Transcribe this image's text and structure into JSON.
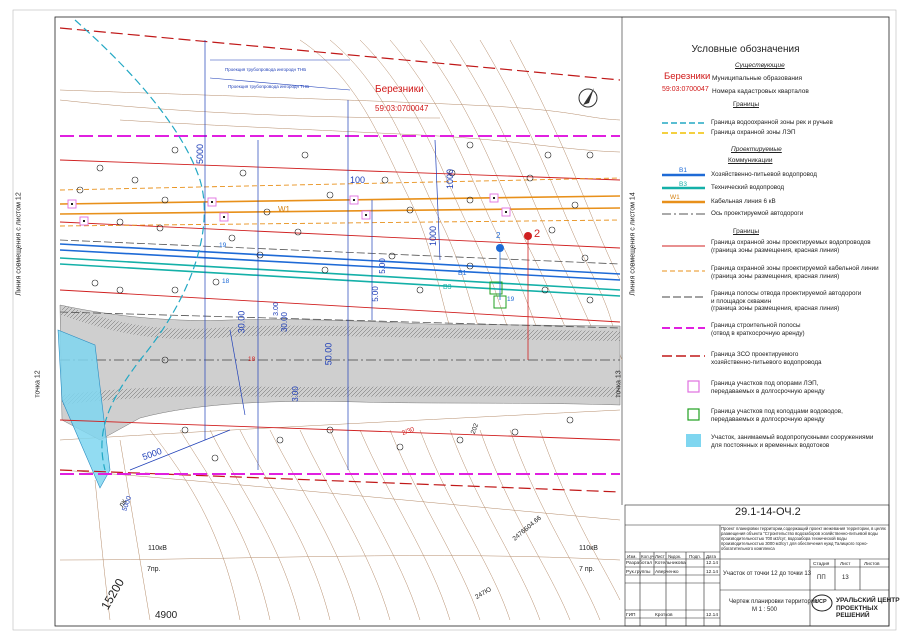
{
  "map": {
    "cadastral_town": "Березники",
    "cadastral_number": "59:03:0700047",
    "side_label_left": "Линия совмещения с листом 12",
    "side_label_right": "Линия совмещения с листом 14",
    "point_left": "точка 12",
    "point_right": "точка 13",
    "pipeline_label_1": "Проекция трубопровода ингородн ТНБ",
    "pipeline_label_2": "Проекция трубопровода ингородн ТНБ",
    "dims": [
      "5000",
      "100",
      "1000",
      "1000",
      "5000",
      "30.00",
      "30.00",
      "50.00",
      "5.00",
      "3.00",
      "5.00",
      "3.00",
      "5000",
      "15200",
      "4900"
    ],
    "line_codes": {
      "w1": "W1",
      "b1": "B1",
      "b3": "B3",
      "b2_marker": "2",
      "b2_marker_red": "2"
    },
    "well_labels": [
      "19",
      "18",
      "19",
      "18"
    ],
    "elev_labels": [
      "202",
      "2476Б04.66",
      "247Ю",
      "2/30",
      "ЛК"
    ],
    "power_labels_left": "110кВ",
    "power_labels_right": "110кВ",
    "bottom_left": "7пр.",
    "bottom_right": "7 пр."
  },
  "legend": {
    "title": "Условные обозначения",
    "existing": "Существующие",
    "municipal_sample": "Березники",
    "cadastral_sample": "59:03:0700047",
    "municipal_text": "Муниципальные образования",
    "cadastral_text": "Номера кадастровых кварталов",
    "borders_1": "Границы",
    "items_existing": [
      {
        "text": "Граница водоохранной зоны рек и ручьев",
        "color": "#23a8c4"
      },
      {
        "text": "Граница охранной зоны ЛЭП",
        "color": "#f0c000"
      }
    ],
    "projected": "Проектируемые",
    "communications": "Коммуникации",
    "items_comm": [
      {
        "code": "В1",
        "text": "Хозяйственно-питьевой водопровод",
        "color": "#1e6ad6"
      },
      {
        "code": "В3",
        "text": "Технический водопровод",
        "color": "#14b0a8"
      },
      {
        "code": "W1",
        "text": "Кабельная линия 6 кВ",
        "color": "#e8901a"
      },
      {
        "code": "",
        "text": "Ось проектируемой автодороги",
        "color": "#555555"
      }
    ],
    "borders_2": "Границы",
    "items_borders": [
      {
        "text": "Граница охранной зоны проектируемых водопроводов\n(граница зоны размещения, красная линия)",
        "color": "#d02020"
      },
      {
        "text": "Граница охранной зоны проектируемой кабельной линии\n(граница зоны размещения, красная линия)",
        "color": "#e8901a"
      },
      {
        "text": "Граница полосы отвода проектируемой автодороги\nи площадок скважин\n(граница зоны размещения, красная линия)",
        "color": "#444444"
      },
      {
        "text": "Граница строительной полосы\n(отвод в краткосрочную аренду)",
        "color": "#e020e0"
      },
      {
        "text": "Граница ЗСО проектируемого\nхозяйственно-питьевого водопровода",
        "color": "#c01818"
      }
    ],
    "items_areas": [
      {
        "text": "Граница участков под опорами ЛЭП,\nпередаваемых в долгосрочную аренду",
        "color": "#e070e0"
      },
      {
        "text": "Граница участков под колодцами водоводов,\nпередаваемых в долгосрочную аренду",
        "color": "#20a020"
      },
      {
        "text": "Участок, занимаемый водопропускными сооружениями\nдля постоянных и временных водотоков",
        "color": "#7fd6f0"
      }
    ]
  },
  "titleblock": {
    "code": "29.1-14-ОЧ.2",
    "description": "Проект планировки территории,содержащий проект межевания территории, в целях размещения объекта \"Строительство водозаборов хозяйственно-питьевой воды производительностью 700 м3/сут, водозабора технической воды производительностью 3000 м3/сут для обеспечения нужд Талицкого горно-обогатительного комплекса",
    "headers": [
      "Изм.",
      "Кол.уч",
      "Лист",
      "№док.",
      "Подп.",
      "Дата"
    ],
    "rows": [
      {
        "role": "Разработал",
        "name": "Котельникова",
        "date": "12.14"
      },
      {
        "role": "Рук.группы",
        "name": "Аверченко",
        "date": "12.14"
      },
      {
        "role": "",
        "name": "",
        "date": ""
      },
      {
        "role": "ГИП",
        "name": "Кротков",
        "date": "12.14"
      }
    ],
    "sheet_title": "Участок от точки 12 до точки 13",
    "stage_h": "Стадия",
    "sheet_h": "Лист",
    "sheets_h": "Листов",
    "stage": "ПП",
    "sheet": "13",
    "drawing_name": "Чертеж планировки территории",
    "scale": "М 1 : 500",
    "company_1": "УРАЛЬСКИЙ ЦЕНТР",
    "company_2": "ПРОЕКТНЫХ РЕШЕНИЙ",
    "logo_text": "UCP"
  }
}
